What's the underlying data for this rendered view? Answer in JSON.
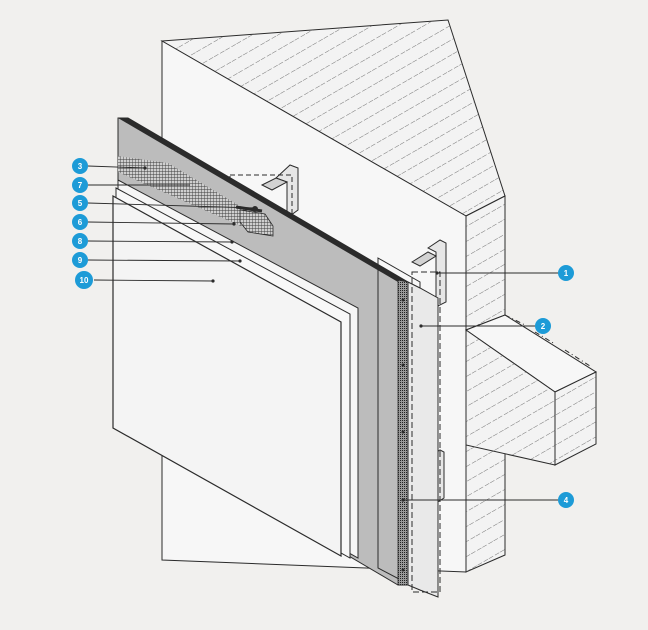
{
  "colors": {
    "background": "#f1f0ee",
    "outline": "#2b2b2b",
    "wall_face": "#f6f6f6",
    "wall_hatch": "#555555",
    "insulation": "#bdbdbd",
    "mesh": "#5b5b5b",
    "panel": "#f4f4f4",
    "callout": "#1d9bd7",
    "callout_text": "#ffffff"
  },
  "callouts": [
    {
      "id": "1",
      "label": "1"
    },
    {
      "id": "2",
      "label": "2"
    },
    {
      "id": "3",
      "label": "3"
    },
    {
      "id": "4",
      "label": "4"
    },
    {
      "id": "5",
      "label": "5"
    },
    {
      "id": "6",
      "label": "6"
    },
    {
      "id": "7",
      "label": "7"
    },
    {
      "id": "8",
      "label": "8"
    },
    {
      "id": "9",
      "label": "9"
    },
    {
      "id": "10",
      "label": "10"
    }
  ]
}
